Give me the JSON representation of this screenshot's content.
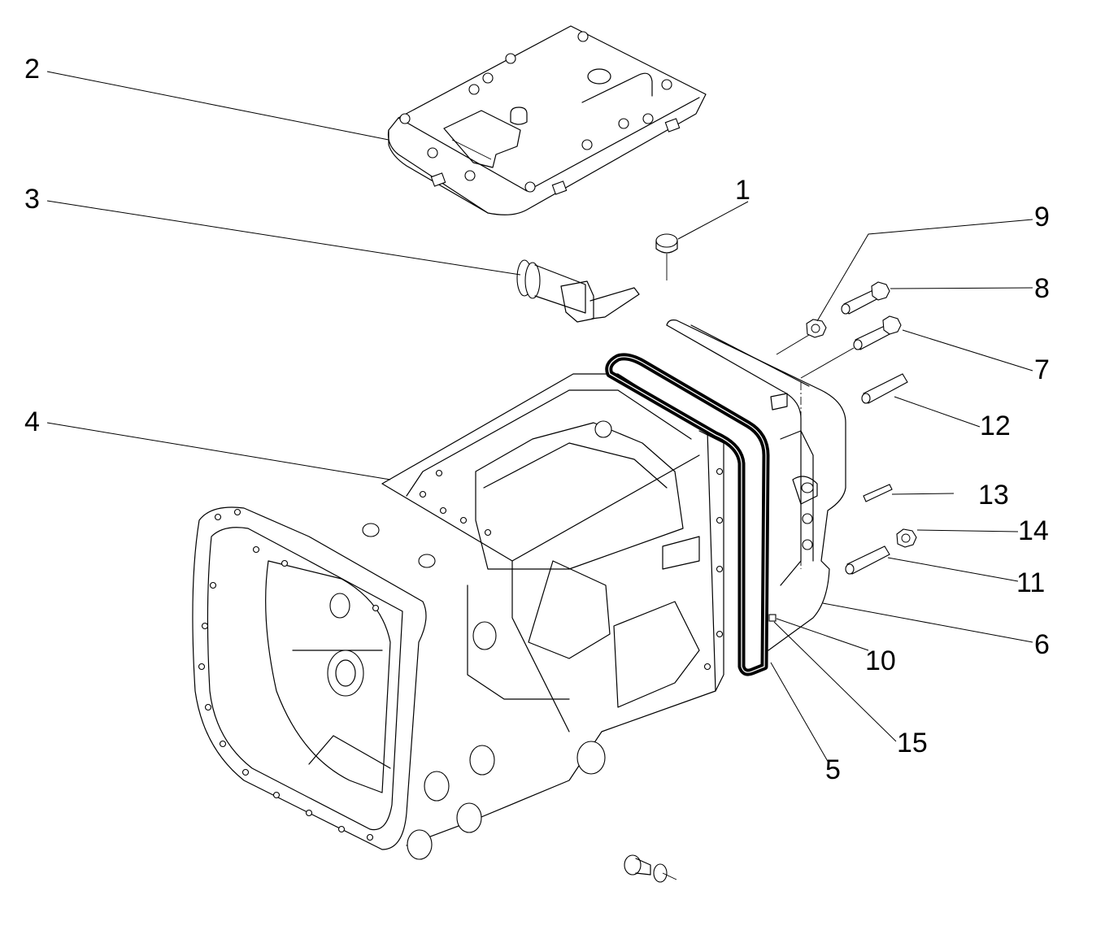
{
  "figure": {
    "type": "exploded parts diagram",
    "subject": "transmission housing assembly"
  },
  "callouts": [
    {
      "number": "1",
      "part": "plug"
    },
    {
      "number": "2",
      "part": "top cover"
    },
    {
      "number": "3",
      "part": "breather tube"
    },
    {
      "number": "4",
      "part": "transmission housing"
    },
    {
      "number": "5",
      "part": "gasket"
    },
    {
      "number": "6",
      "part": "rear cover"
    },
    {
      "number": "7",
      "part": "bolt"
    },
    {
      "number": "8",
      "part": "bolt"
    },
    {
      "number": "9",
      "part": "nut"
    },
    {
      "number": "10",
      "part": "plug"
    },
    {
      "number": "11",
      "part": "stud"
    },
    {
      "number": "12",
      "part": "stud"
    },
    {
      "number": "13",
      "part": "dowel pin"
    },
    {
      "number": "14",
      "part": "nut"
    },
    {
      "number": "15",
      "part": "washer"
    }
  ]
}
